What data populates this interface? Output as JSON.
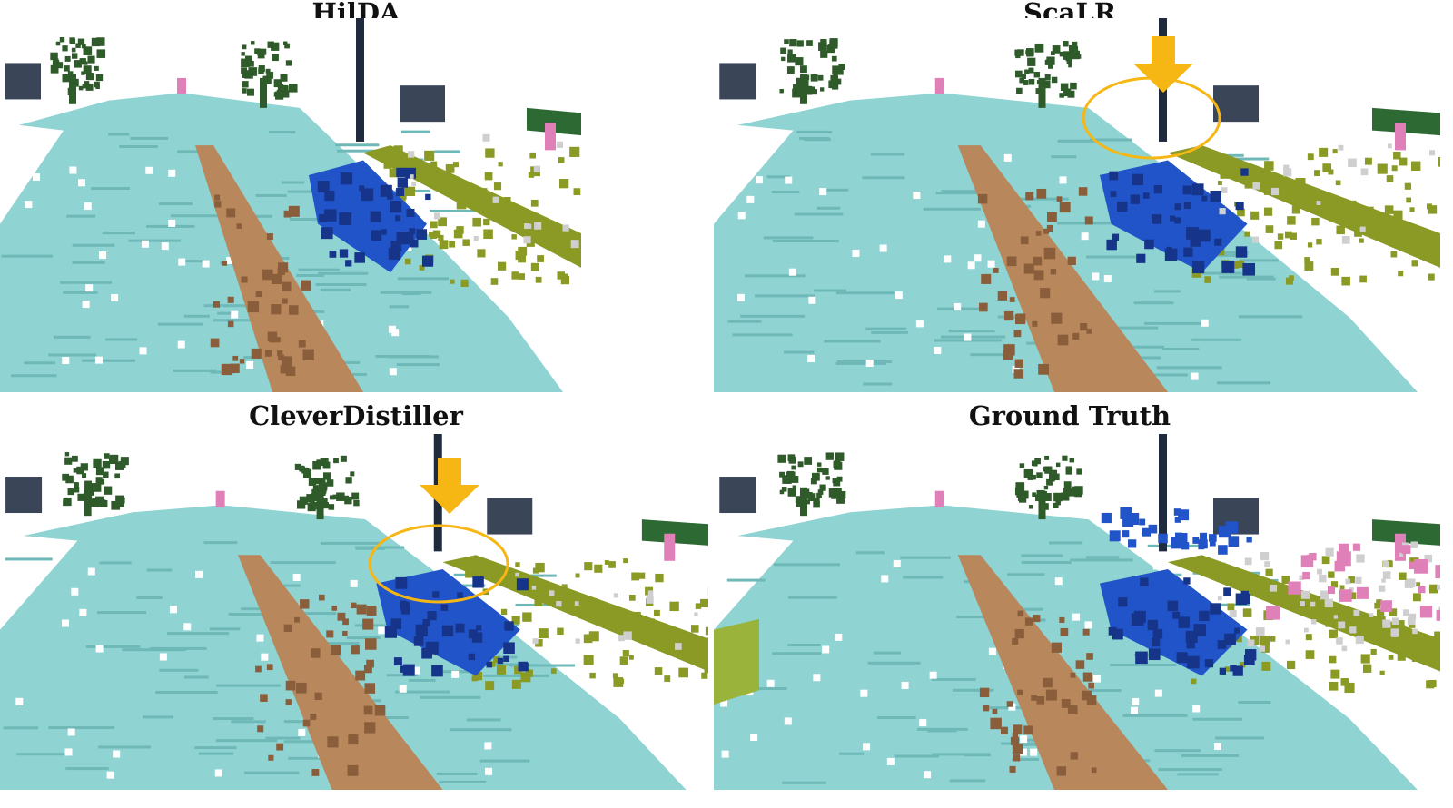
{
  "figure": {
    "panels": [
      {
        "title": "HilDA",
        "highlight": false
      },
      {
        "title": "ScaLR",
        "highlight": true
      },
      {
        "title": "CleverDistiller",
        "highlight": true
      },
      {
        "title": "Ground Truth",
        "highlight": false
      }
    ]
  },
  "palette": {
    "road": "#8fd3d3",
    "road_edge": "#6fb8b8",
    "sidewalk": "#b8875c",
    "sidewalk_dark": "#8a5e3a",
    "car": "#2154c8",
    "car_dark": "#16358a",
    "vegetation_low": "#8a9a25",
    "vegetation_tree": "#2f5a2a",
    "vegetation_hedge": "#2d6a33",
    "pole": "#1f2b3d",
    "building": "#3a4558",
    "pedestrian": "#e080b8",
    "terrain": "#9ab33a",
    "other_ground": "#cfcfcf",
    "highlight": "#f6b613"
  }
}
